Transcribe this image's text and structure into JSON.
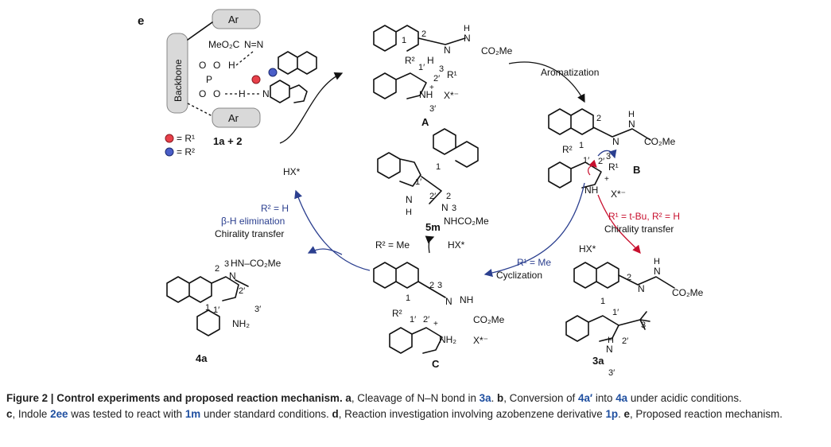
{
  "figure": {
    "panel_label": "e",
    "catalyst": {
      "ar_top": "Ar",
      "ar_bottom": "Ar",
      "backbone": "Backbone",
      "meo2c": "MeO₂C",
      "nn": "N=N",
      "p": "P",
      "o1": "O",
      "o2": "O",
      "o3": "O",
      "o4": "O",
      "h1": "H",
      "h2": "H",
      "n": "N",
      "legend_r1": "= R¹",
      "legend_r2": "= R²",
      "reactants": "1a    +    2"
    },
    "intermediate_A": {
      "label": "A",
      "n_chain": "N",
      "nh": "N",
      "h_top": "H",
      "co2me": "CO₂Me",
      "num1": "1",
      "num2": "2",
      "num3": "3",
      "num1p": "1′",
      "num2p": "2′",
      "num3p": "3′",
      "r2": "R²",
      "h": "H",
      "r1": "R¹",
      "nh_plus": "NH",
      "plus": "+",
      "x": "X*⁻"
    },
    "step_aromatization": "Aromatization",
    "intermediate_B": {
      "label": "B",
      "num1": "1",
      "num2": "2",
      "num3": "3",
      "num1p": "1′",
      "num2p": "2′",
      "r2": "R²",
      "r1": "R¹",
      "n": "N",
      "h": "H",
      "nh": "N",
      "co2me": "CO₂Me",
      "nh_ring": "NH",
      "plus": "+",
      "x": "X*⁻"
    },
    "hx_left": "HX*",
    "product_5m": {
      "label": "5m",
      "num1": "1",
      "num1p": "1′",
      "num2": "2",
      "num2p": "2′",
      "n": "N",
      "num3": "3",
      "h": "H",
      "nh": "N",
      "nhco2me": "NHCO₂Me"
    },
    "r2_me": "R² = Me",
    "hx_mid": "HX*",
    "left_branch": {
      "cond1": "R² = H",
      "cond2": "β-H elimination",
      "cond3": "Chirality transfer"
    },
    "product_4a": {
      "label": "4a",
      "num2": "2",
      "num3": "3",
      "hn": "HN–CO₂Me",
      "n": "N",
      "num2p": "2′",
      "num1": "1",
      "num1p": "1′",
      "nh2": "NH₂",
      "num3p": "3′"
    },
    "cyclization": {
      "cond1": "R¹ = Me",
      "cond2": "Cyclization"
    },
    "intermediate_C": {
      "label": "C",
      "num2": "2",
      "num3": "3",
      "n": "N",
      "nh": "NH",
      "num1": "1",
      "num1p": "1′",
      "num2p": "2′",
      "r2": "R²",
      "plus": "+",
      "co2me": "CO₂Me",
      "nh2": "NH₂",
      "x": "X*⁻"
    },
    "right_branch": {
      "cond1": "R¹ = t-Bu, R² = H",
      "cond2": "Chirality transfer"
    },
    "hx_right": "HX*",
    "product_3a": {
      "label": "3a",
      "num1": "1",
      "num2": "2",
      "num1p": "1′",
      "num2p": "2′",
      "num3": "3",
      "num3p": "3′",
      "n": "N",
      "h": "H",
      "nh": "N",
      "co2me": "CO₂Me",
      "nh_ring": "N",
      "h_ring": "H"
    }
  },
  "caption": {
    "title": "Figure 2 | Control experiments and proposed reaction mechanism.",
    "a_label": "a",
    "a_text": ", Cleavage of N–N bond in",
    "a_cpd": "3a",
    "b_label": "b",
    "b_text1": ", Conversion of",
    "b_cpd1": "4a′",
    "b_text2": "into",
    "b_cpd2": "4a",
    "b_text3": "under acidic conditions.",
    "c_label": "c",
    "c_text1": ", Indole",
    "c_cpd1": "2ee",
    "c_text2": "was tested to react with",
    "c_cpd2": "1m",
    "c_text3": "under standard conditions.",
    "d_label": "d",
    "d_text1": ", Reaction investigation involving azobenzene derivative",
    "d_cpd": "1p",
    "e_label": "e",
    "e_text": ", Proposed reaction mechanism."
  }
}
